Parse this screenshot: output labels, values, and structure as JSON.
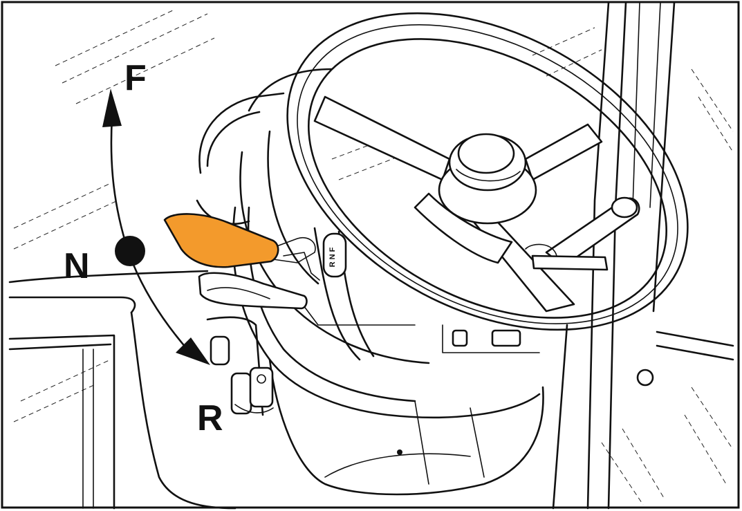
{
  "labels": {
    "forward": "F",
    "neutral": "N",
    "reverse": "R",
    "column_marking": "R N F"
  },
  "colors": {
    "lever_highlight": "#F39A2C",
    "line": "#111111",
    "background": "#FFFFFF"
  }
}
